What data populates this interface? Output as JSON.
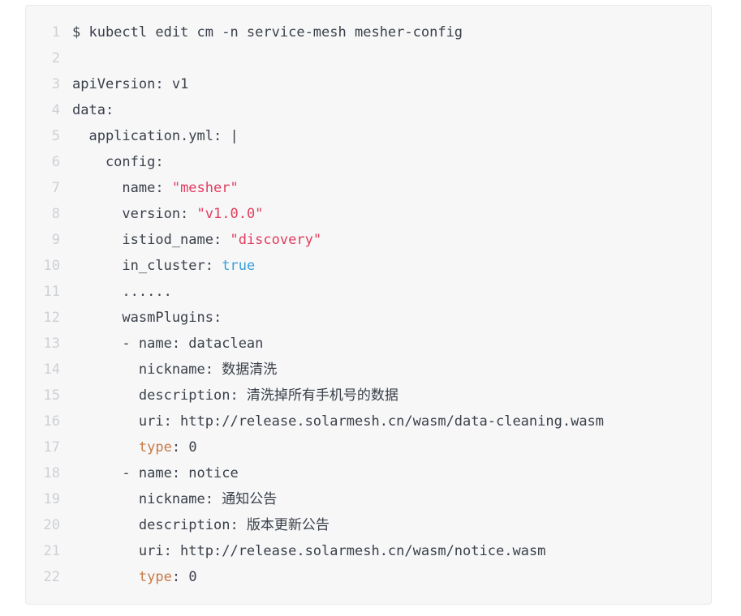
{
  "colors": {
    "page_bg": "#ffffff",
    "block_bg": "#f7f7f8",
    "block_border": "#e9e9eb",
    "line_number": "#cdd0d4",
    "token_default": "#3a4049",
    "token_string": "#e23c5e",
    "token_boolean": "#389fd8",
    "token_keyword": "#c87a45"
  },
  "code_block": {
    "language": "yaml",
    "lines": [
      {
        "n": "1",
        "tokens": [
          {
            "t": "$ kubectl edit cm -n service-mesh mesher-config",
            "c": "default"
          }
        ]
      },
      {
        "n": "2",
        "tokens": []
      },
      {
        "n": "3",
        "tokens": [
          {
            "t": "apiVersion: v1",
            "c": "default"
          }
        ]
      },
      {
        "n": "4",
        "tokens": [
          {
            "t": "data:",
            "c": "default"
          }
        ]
      },
      {
        "n": "5",
        "tokens": [
          {
            "t": "  application.yml: |",
            "c": "default"
          }
        ]
      },
      {
        "n": "6",
        "tokens": [
          {
            "t": "    config:",
            "c": "default"
          }
        ]
      },
      {
        "n": "7",
        "tokens": [
          {
            "t": "      name: ",
            "c": "default"
          },
          {
            "t": "\"mesher\"",
            "c": "string"
          }
        ]
      },
      {
        "n": "8",
        "tokens": [
          {
            "t": "      version: ",
            "c": "default"
          },
          {
            "t": "\"v1.0.0\"",
            "c": "string"
          }
        ]
      },
      {
        "n": "9",
        "tokens": [
          {
            "t": "      istiod_name: ",
            "c": "default"
          },
          {
            "t": "\"discovery\"",
            "c": "string"
          }
        ]
      },
      {
        "n": "10",
        "tokens": [
          {
            "t": "      in_cluster: ",
            "c": "default"
          },
          {
            "t": "true",
            "c": "boolean"
          }
        ]
      },
      {
        "n": "11",
        "tokens": [
          {
            "t": "      ......",
            "c": "default"
          }
        ]
      },
      {
        "n": "12",
        "tokens": [
          {
            "t": "      wasmPlugins:",
            "c": "default"
          }
        ]
      },
      {
        "n": "13",
        "tokens": [
          {
            "t": "      - name: dataclean",
            "c": "default"
          }
        ]
      },
      {
        "n": "14",
        "tokens": [
          {
            "t": "        nickname: 数据清洗",
            "c": "default"
          }
        ]
      },
      {
        "n": "15",
        "tokens": [
          {
            "t": "        description: 清洗掉所有手机号的数据",
            "c": "default"
          }
        ]
      },
      {
        "n": "16",
        "tokens": [
          {
            "t": "        uri: http://release.solarmesh.cn/wasm/data-cleaning.wasm",
            "c": "default"
          }
        ]
      },
      {
        "n": "17",
        "tokens": [
          {
            "t": "        ",
            "c": "default"
          },
          {
            "t": "type",
            "c": "keyword"
          },
          {
            "t": ": 0",
            "c": "default"
          }
        ]
      },
      {
        "n": "18",
        "tokens": [
          {
            "t": "      - name: notice",
            "c": "default"
          }
        ]
      },
      {
        "n": "19",
        "tokens": [
          {
            "t": "        nickname: 通知公告",
            "c": "default"
          }
        ]
      },
      {
        "n": "20",
        "tokens": [
          {
            "t": "        description: 版本更新公告",
            "c": "default"
          }
        ]
      },
      {
        "n": "21",
        "tokens": [
          {
            "t": "        uri: http://release.solarmesh.cn/wasm/notice.wasm",
            "c": "default"
          }
        ]
      },
      {
        "n": "22",
        "tokens": [
          {
            "t": "        ",
            "c": "default"
          },
          {
            "t": "type",
            "c": "keyword"
          },
          {
            "t": ": 0",
            "c": "default"
          }
        ]
      }
    ]
  }
}
